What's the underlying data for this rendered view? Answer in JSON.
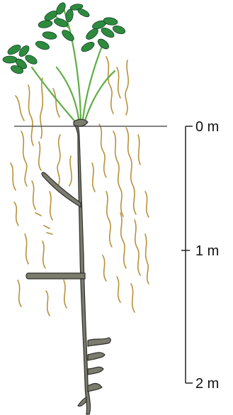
{
  "colors": {
    "leaf": "#2e8b3e",
    "leaf_outline": "#14402a",
    "stem": "#5fae46",
    "taproot": "#7b7b6e",
    "taproot_outline": "#2f2f2a",
    "fine_roots": "#b8913a",
    "ground_line": "#5a5a5a",
    "scale": "#222222"
  },
  "icons": {
    "plant": "legume-plant-icon",
    "root": "taproot-icon"
  },
  "scale": {
    "ticks": [
      {
        "label": "0 m",
        "depth_m": 0
      },
      {
        "label": "1 m",
        "depth_m": 1
      },
      {
        "label": "2 m",
        "depth_m": 2
      }
    ]
  }
}
